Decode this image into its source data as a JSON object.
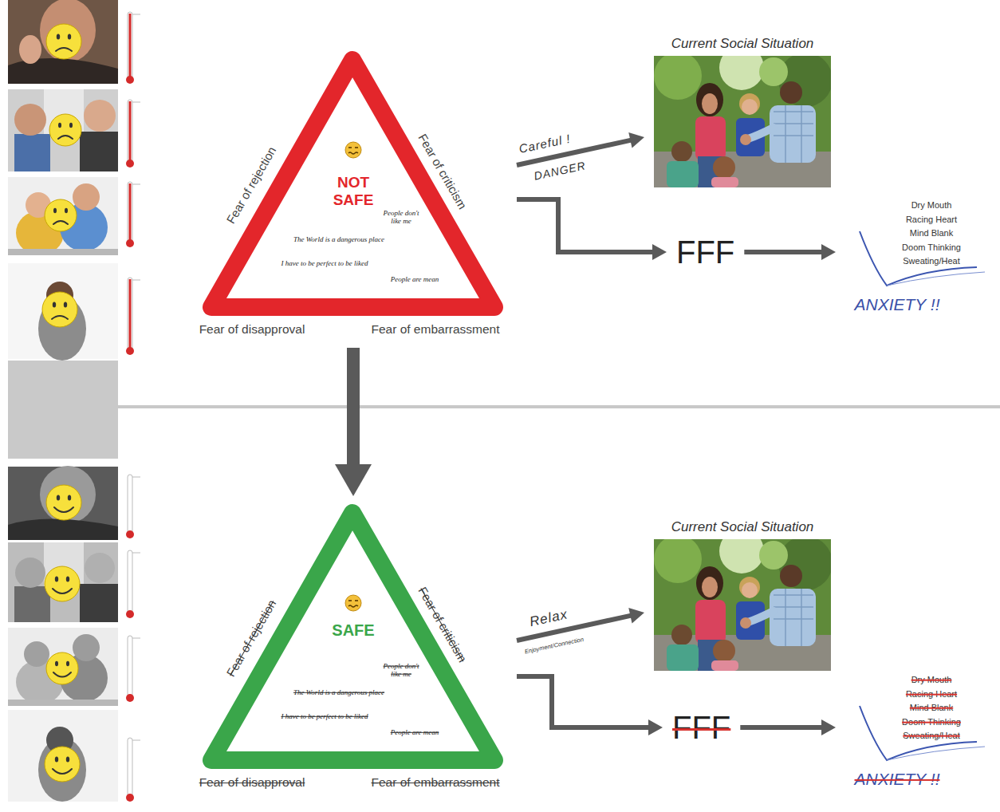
{
  "diagram": {
    "nodes": [
      {
        "text": [
          "NOT SAFE",
          "People don't like me",
          "The World is a dangerous place",
          "I have to be perfect to be liked",
          "People are mean",
          "Fear of rejection",
          "Fear of criticism",
          "Fear of disapproval",
          "Fear of embarrassment"
        ]
      },
      {
        "text": [
          "Current Social Situation"
        ]
      },
      {
        "text": [
          "FFF"
        ]
      },
      {
        "text": [
          "Dry Mouth",
          "Racing Heart",
          "Mind Blank",
          "Doom Thinking",
          "Sweating/Heat",
          "ANXIETY !!"
        ]
      },
      {
        "text": [
          "SAFE",
          "People don't like me",
          "The World is a dangerous place",
          "I have to be perfect to be liked",
          "People are mean",
          "Fear of rejection",
          "Fear of criticism",
          "Fear of disapproval",
          "Fear of embarrassment"
        ]
      },
      {
        "text": [
          "Current Social Situation"
        ]
      },
      {
        "text": [
          "FFF"
        ]
      },
      {
        "text": [
          "Dry Mouth",
          "Racing Heart",
          "Mind Blank",
          "Doom Thinking",
          "Sweating/Heat",
          "ANXIETY !!"
        ]
      }
    ],
    "edges": [
      {
        "from": 0,
        "to": 1,
        "arrow": "to",
        "label": "Careful !"
      },
      {
        "from": 0,
        "to": 2,
        "arrow": "to"
      },
      {
        "from": 2,
        "to": 3,
        "arrow": "to"
      },
      {
        "from": 0,
        "to": 4,
        "arrow": "to"
      },
      {
        "from": 4,
        "to": 5,
        "arrow": "to",
        "label": "Relax"
      },
      {
        "from": 4,
        "to": 6,
        "arrow": "to"
      },
      {
        "from": 6,
        "to": 7,
        "arrow": "to"
      }
    ],
    "labels": [
      "DANGER",
      "Enjoyment/Connection"
    ]
  }
}
